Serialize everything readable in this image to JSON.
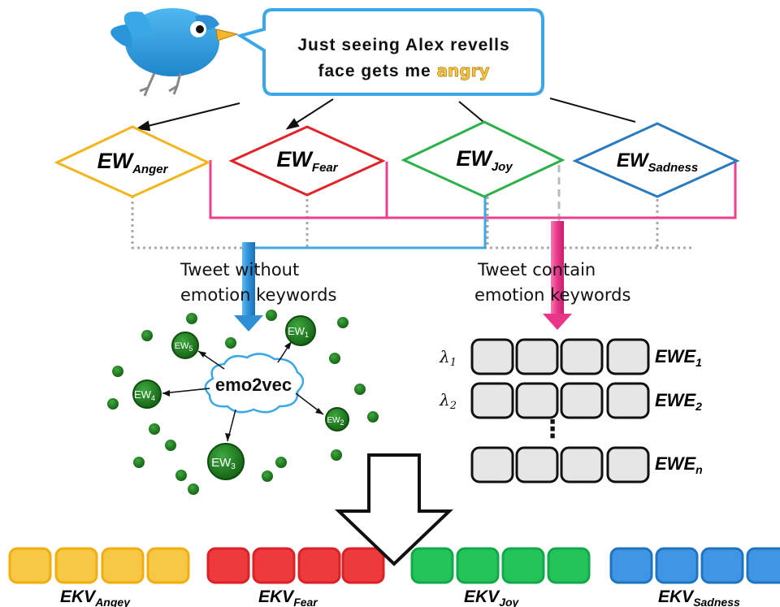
{
  "tweet": {
    "line1": "Just seeing Alex revells",
    "line2_prefix": "face gets me ",
    "line2_highlight": "angry"
  },
  "emotion_words": [
    {
      "main": "EW",
      "sub": "Anger",
      "color": "#f2b61b"
    },
    {
      "main": "EW",
      "sub": "Fear",
      "color": "#e2232a"
    },
    {
      "main": "EW",
      "sub": "Joy",
      "color": "#2bb14a"
    },
    {
      "main": "EW",
      "sub": "Sadness",
      "color": "#2a7ac0"
    }
  ],
  "paths": {
    "without_line1": "Tweet without",
    "without_line2": "emotion keywords",
    "contain_line1": "Tweet contain",
    "contain_line2": "emotion keywords",
    "without_color": "#3fa7e6",
    "contain_color": "#ec3f8c"
  },
  "emo2vec": {
    "center": "emo2vec",
    "nodes": [
      {
        "main": "EW",
        "sub": "1"
      },
      {
        "main": "EW",
        "sub": "5"
      },
      {
        "main": "EW",
        "sub": "4"
      },
      {
        "main": "EW",
        "sub": "2"
      },
      {
        "main": "EW",
        "sub": "3"
      }
    ],
    "node_color": "#1e7d1e"
  },
  "ewe": {
    "rows": [
      {
        "lambda": "λ",
        "lambda_sub": "1",
        "main": "EWE",
        "sub": "1"
      },
      {
        "lambda": "λ",
        "lambda_sub": "2",
        "main": "EWE",
        "sub": "2"
      },
      {
        "lambda": "",
        "lambda_sub": "",
        "main": "EWE",
        "sub": "n"
      }
    ],
    "ellipsis": "⋮"
  },
  "ekv": [
    {
      "main": "EKV",
      "sub": "Angey",
      "color": "#f6c846"
    },
    {
      "main": "EKV",
      "sub": "Fear",
      "color": "#ef3a3d"
    },
    {
      "main": "EKV",
      "sub": "Joy",
      "color": "#25c45a"
    },
    {
      "main": "EKV",
      "sub": "Sadness",
      "color": "#3f97e3"
    }
  ],
  "icons": {
    "bird": "twitter-bird-icon",
    "arrow": "down-arrow-icon"
  }
}
